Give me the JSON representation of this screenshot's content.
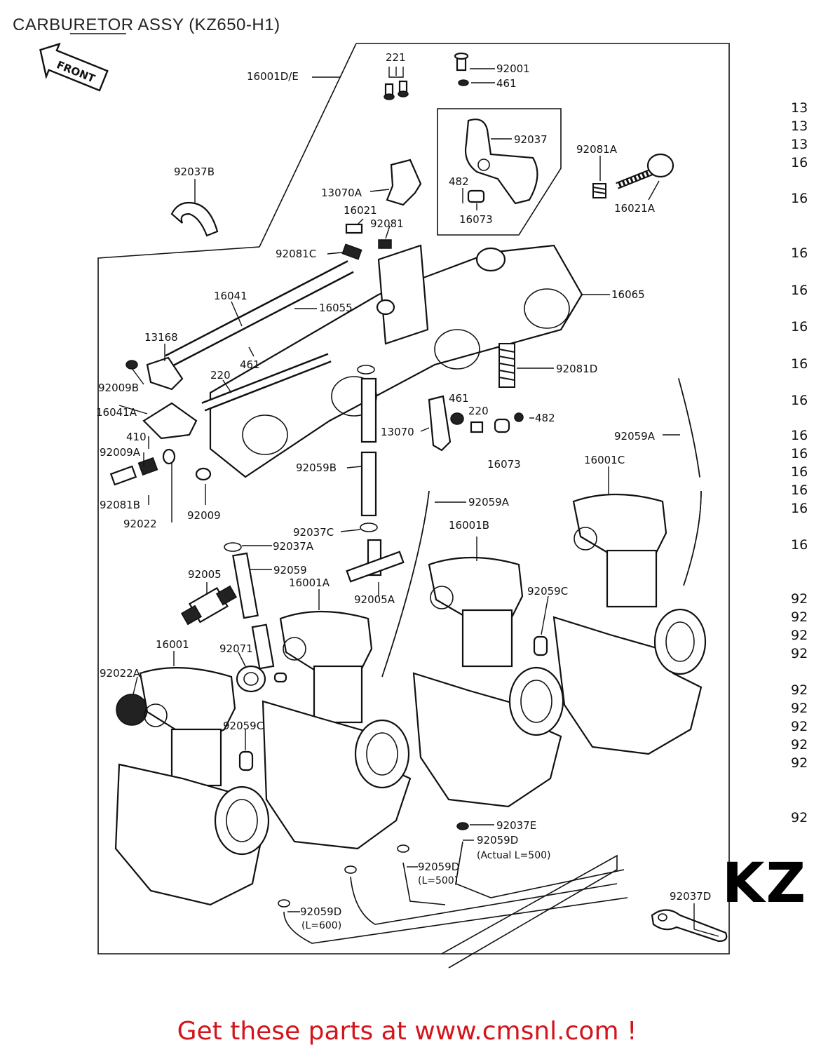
{
  "header": {
    "title": "CARBURETOR ASSY (KZ650-H1)"
  },
  "orientation": {
    "front_label": "FRONT"
  },
  "footer": {
    "cta": "Get these parts at www.cmsnl.com !"
  },
  "brand": {
    "partial_text": "KZ"
  },
  "colors": {
    "accent": "#d4141b",
    "line": "#111111",
    "background": "#ffffff"
  },
  "right_column": [
    "13",
    "13",
    "13",
    "16",
    "16",
    "16",
    "16",
    "16",
    "16",
    "16",
    "16",
    "16",
    "16",
    "16",
    "16",
    "16",
    "92",
    "92",
    "92",
    "92",
    "92",
    "92",
    "92",
    "92",
    "92",
    "92"
  ],
  "callouts": {
    "c221": "221",
    "c92001": "92001",
    "c461a": "461",
    "c16001DE": "16001D/E",
    "c92037": "92037",
    "c92081A": "92081A",
    "c92037B": "92037B",
    "c13070A": "13070A",
    "c482a": "482",
    "c16021": "16021",
    "c92081": "92081",
    "c16073a": "16073",
    "c16021A": "16021A",
    "c92081C": "92081C",
    "c16041": "16041",
    "c16055": "16055",
    "c16065": "16065",
    "c13168": "13168",
    "c461b": "461",
    "c220a": "220",
    "c92009B": "92009B",
    "c16041A": "16041A",
    "c410": "410",
    "c92009A": "92009A",
    "c92081B": "92081B",
    "c92022": "92022",
    "c92009": "92009",
    "c92081D": "92081D",
    "c461c": "461",
    "c220b": "220",
    "c482b": "482",
    "c13070": "13070",
    "c16073b": "16073",
    "c92059A1": "92059A",
    "c92059B": "92059B",
    "c16001C": "16001C",
    "c92059A2": "92059A",
    "c92037C": "92037C",
    "c92037A": "92037A",
    "c16001B": "16001B",
    "c92005": "92005",
    "c92059": "92059",
    "c16001A": "16001A",
    "c92005A": "92005A",
    "c92059C1": "92059C",
    "c16001": "16001",
    "c92071": "92071",
    "c92022A": "92022A",
    "c92059C2": "92059C",
    "c92037E": "92037E",
    "c92059D1": "92059D",
    "c92059D1note": "(Actual L=500)",
    "c92059D2": "92059D",
    "c92059D2note": "(L=500)",
    "c92059D3": "92059D",
    "c92059D3note": "(L=600)",
    "c92037D": "92037D"
  }
}
